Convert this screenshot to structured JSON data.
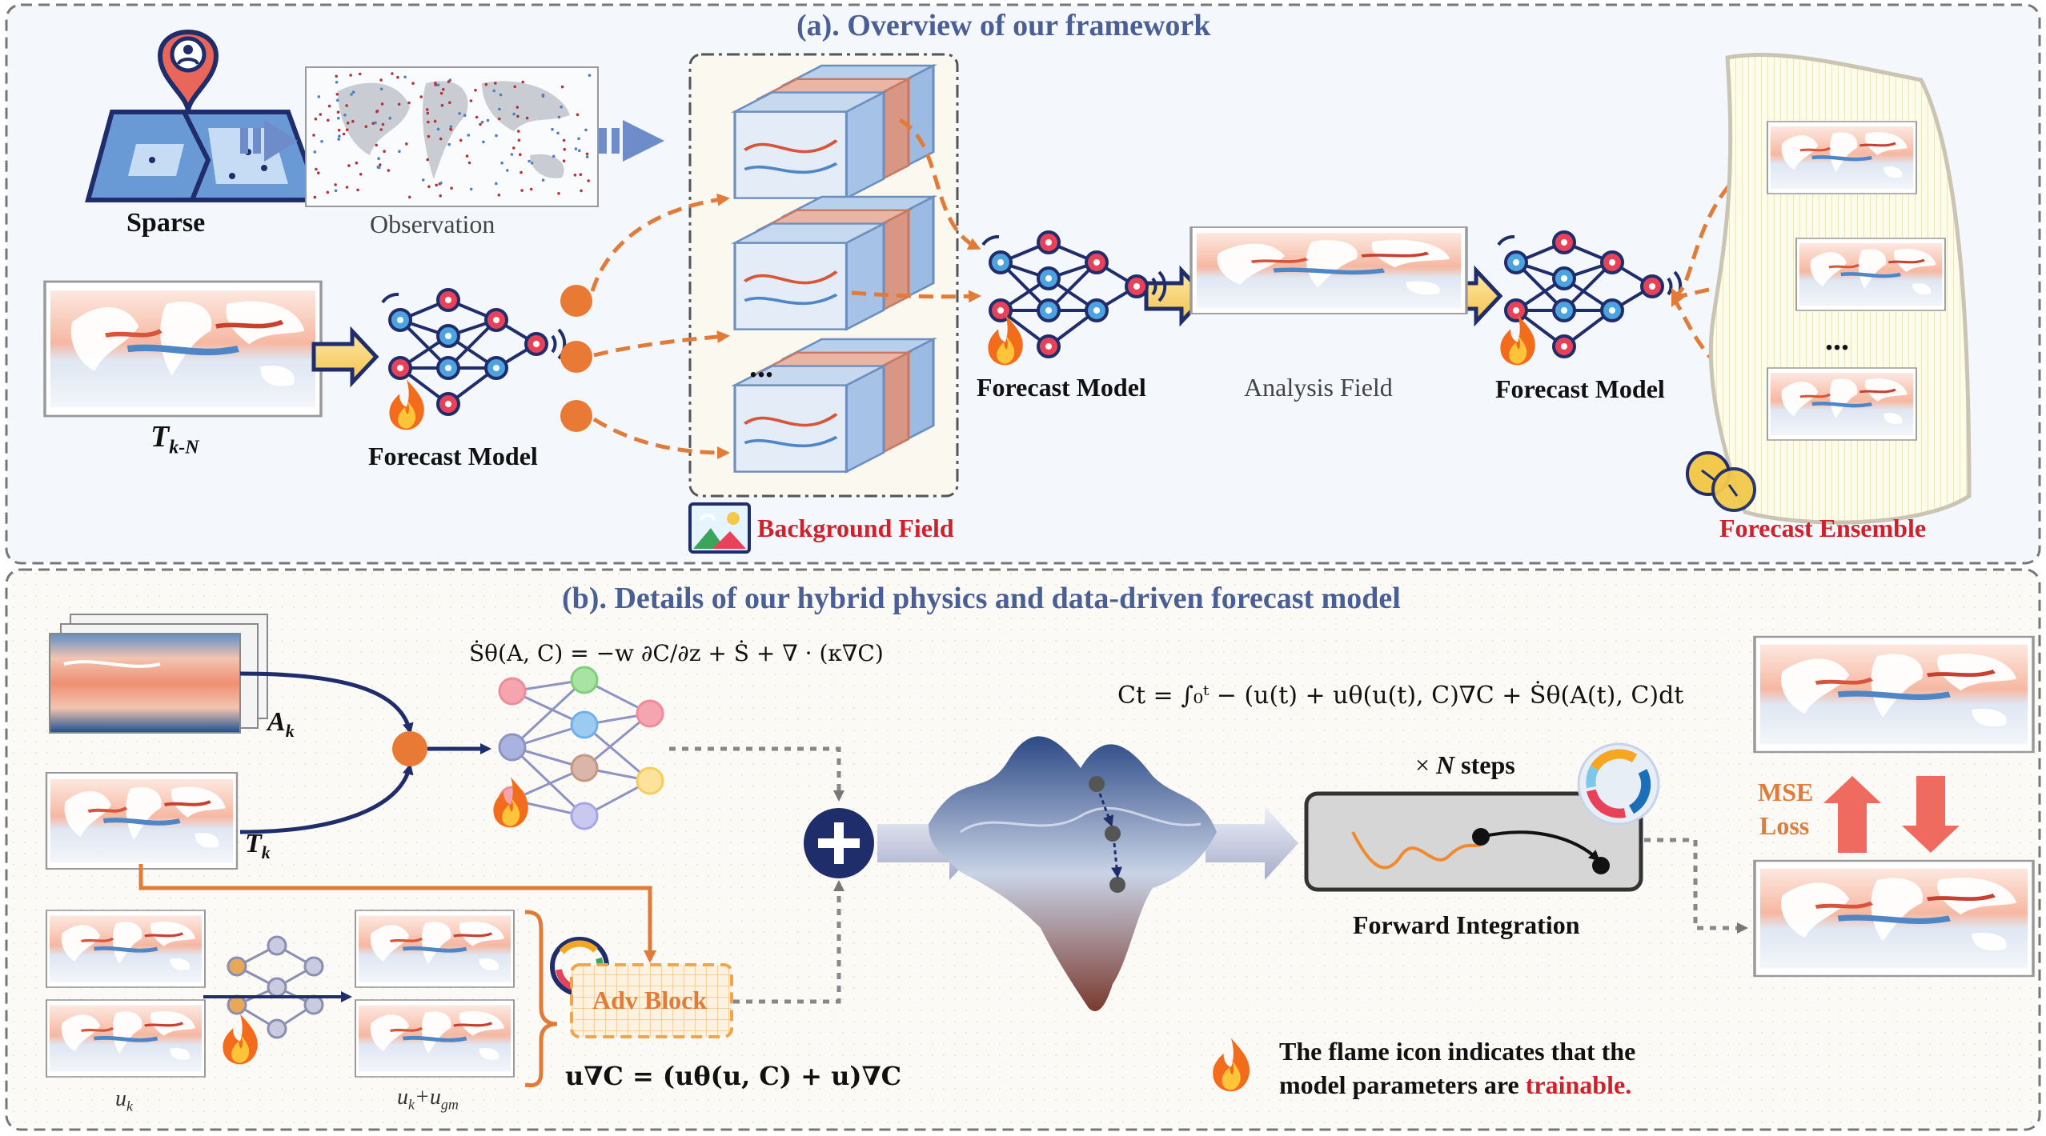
{
  "panel_a": {
    "title": "(a). Overview of our framework",
    "sparse_label": "Sparse",
    "observation_label": "Observation",
    "t_label": "T",
    "t_sub": "k-N",
    "forecast_model_1": "Forecast Model",
    "forecast_model_2": "Forecast Model",
    "forecast_model_3": "Forecast Model",
    "analysis_field": "Analysis Field",
    "background_field": "Background Field",
    "forecast_ensemble": "Forecast Ensemble",
    "ellipsis_bg": "...",
    "ellipsis_ens": "..."
  },
  "panel_b": {
    "title": "(b). Details of our hybrid physics and data-driven forecast model",
    "a_label": "A",
    "a_sub": "k",
    "t_label": "T",
    "t_sub": "k",
    "u_label": "u",
    "u_sub": "k",
    "ugm_label": "u",
    "ugm_sub": "k",
    "ugm_plus": "+u",
    "ugm_sub2": "gm",
    "source_eq": "Ṡθ(A, C) = −w ∂C/∂z + Ṡ + ∇ · (κ∇C)",
    "integral_eq": "Ct = ∫₀ᵗ − (u(t) + uθ(u(t), C)∇C + Ṡθ(A(t), C)dt",
    "adv_eq": "u∇C = (uθ(u, C) + u)∇C",
    "adv_block": "Adv Block",
    "n_steps_prefix": "× ",
    "n_steps_n": "N",
    "n_steps_suffix": " steps",
    "forward_integration": "Forward Integration",
    "mse": "MSE",
    "loss": "Loss",
    "flame_note_line1": "The flame icon indicates that the",
    "flame_note_line2_prefix": "model parameters are ",
    "flame_note_trainable": "trainable."
  },
  "colors": {
    "title_blue": "#4a5f96",
    "accent_orange": "#e07b39",
    "highlight_red": "#d2202a",
    "navy": "#1f2d6b"
  }
}
